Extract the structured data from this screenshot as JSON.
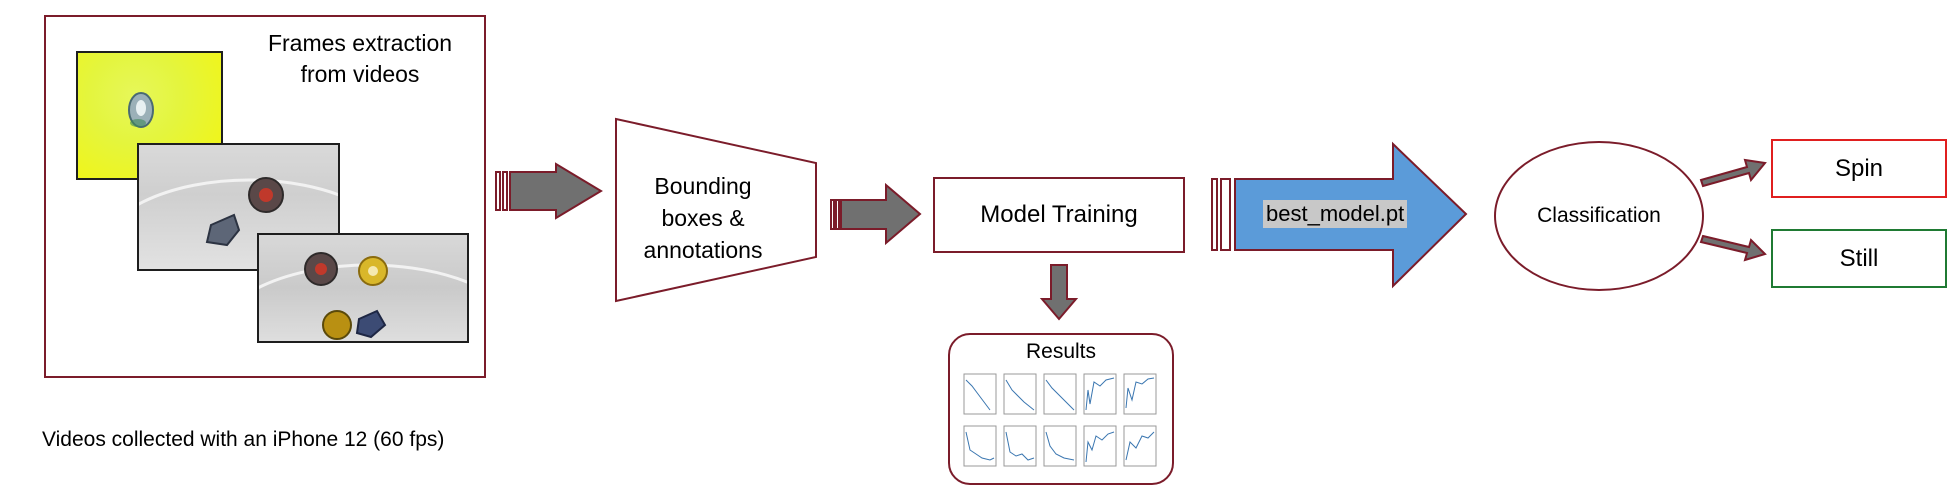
{
  "frames": {
    "title_line1": "Frames extraction",
    "title_line2": "from videos"
  },
  "caption": "Videos collected with an iPhone 12 (60 fps)",
  "annotation": {
    "line1": "Bounding",
    "line2": "boxes &",
    "line3": "annotations"
  },
  "training": {
    "label": "Model Training"
  },
  "results": {
    "title": "Results"
  },
  "weights": {
    "label": "best_model.pt"
  },
  "classification": {
    "label": "Classification"
  },
  "outputs": {
    "spin": "Spin",
    "still": "Still"
  },
  "colors": {
    "border": "#7b1c2a",
    "arrow_fill": "#707070",
    "big_arrow_fill": "#5b9bd9",
    "spin_border": "#e01f1f",
    "still_border": "#1f7a33"
  }
}
